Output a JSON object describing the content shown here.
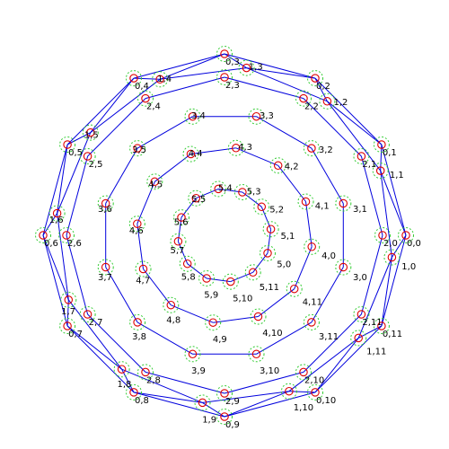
{
  "diagram": {
    "colors": {
      "edge": "#0000dd",
      "node": "#dd0000",
      "halo": "#33cc33",
      "label": "#000000"
    },
    "rings": [
      {
        "id": 0,
        "nodes": [
          "0,0",
          "0,1",
          "0,2",
          "0,3",
          "0,4",
          "0,5",
          "0,6",
          "0,7",
          "0,8",
          "0,9",
          "0,10",
          "0,11"
        ]
      },
      {
        "id": 1,
        "nodes": [
          "1,0",
          "1,1",
          "1,2",
          "1,3",
          "1,4",
          "1,5",
          "1,6",
          "1,7",
          "1,8",
          "1,9",
          "1,10",
          "1,11"
        ]
      },
      {
        "id": 2,
        "nodes": [
          "2,0",
          "2,1",
          "2,2",
          "2,3",
          "2,4",
          "2,5",
          "2,6",
          "2,7",
          "2,8",
          "2,9",
          "2,10",
          "2,11"
        ]
      },
      {
        "id": 3,
        "nodes": [
          "3,0",
          "3,1",
          "3,2",
          "3,3",
          "3,4",
          "3,5",
          "3,6",
          "3,7",
          "3,8",
          "3,9",
          "3,10",
          "3,11"
        ]
      },
      {
        "id": 4,
        "nodes": [
          "4,0",
          "4,1",
          "4,2",
          "4,3",
          "4,4",
          "4,5",
          "4,6",
          "4,7",
          "4,8",
          "4,9",
          "4,10",
          "4,11"
        ]
      },
      {
        "id": 5,
        "nodes": [
          "5,0",
          "5,1",
          "5,2",
          "5,3",
          "5,4",
          "5,5",
          "5,6",
          "5,7",
          "5,8",
          "5,9",
          "5,10",
          "5,11"
        ]
      }
    ]
  }
}
